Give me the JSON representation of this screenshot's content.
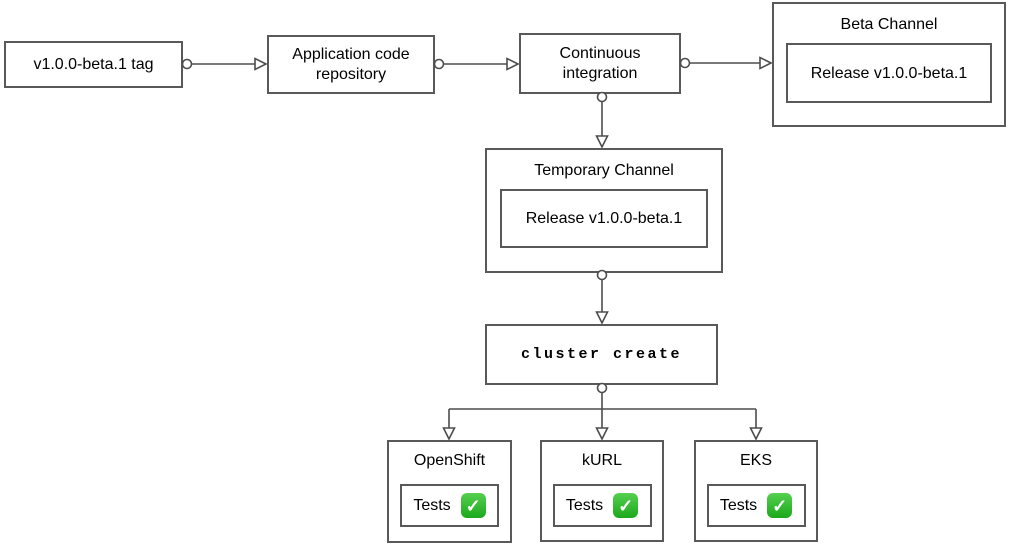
{
  "diagram": {
    "nodes": {
      "tag": {
        "label": "v1.0.0-beta.1 tag"
      },
      "repo": {
        "label": "Application code repository"
      },
      "ci": {
        "label": "Continuous integration"
      },
      "beta_channel": {
        "title": "Beta Channel",
        "release": "Release v1.0.0-beta.1"
      },
      "temporary_channel": {
        "title": "Temporary Channel",
        "release": "Release v1.0.0-beta.1"
      },
      "cluster_create": {
        "label": "cluster create"
      },
      "openshift": {
        "title": "OpenShift",
        "tests_label": "Tests",
        "tests_status": "passed"
      },
      "kurl": {
        "title": "kURL",
        "tests_label": "Tests",
        "tests_status": "passed"
      },
      "eks": {
        "title": "EKS",
        "tests_label": "Tests",
        "tests_status": "passed"
      }
    },
    "edges": [
      {
        "from": "tag",
        "to": "repo"
      },
      {
        "from": "repo",
        "to": "ci"
      },
      {
        "from": "ci",
        "to": "beta_channel"
      },
      {
        "from": "ci",
        "to": "temporary_channel"
      },
      {
        "from": "temporary_channel",
        "to": "cluster_create"
      },
      {
        "from": "cluster_create",
        "to": "openshift"
      },
      {
        "from": "cluster_create",
        "to": "kurl"
      },
      {
        "from": "cluster_create",
        "to": "eks"
      }
    ],
    "icons": {
      "check_glyph": "✓",
      "check_name": "check-mark-emoji"
    },
    "colors": {
      "background": "#ffffff",
      "box_border": "#595959",
      "connector": "#4d4d4d",
      "text": "#000000",
      "check_green": "#24b324",
      "check_glyph_color": "#ffffff"
    }
  }
}
